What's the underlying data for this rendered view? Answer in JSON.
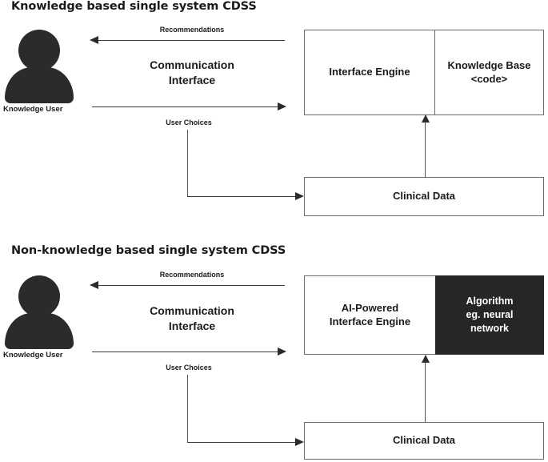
{
  "figure": {
    "background": "#ffffff",
    "line_color": "#3a3a3a",
    "box_border_color": "#6b6b6b",
    "dark_fill": "#262626",
    "icon_fill": "#2b2b2b",
    "text_color": "#1b1b1b"
  },
  "diagrams": [
    {
      "id": "knowledge-based",
      "title": "Knowledge based single system CDSS",
      "actor": {
        "icon": "person-icon",
        "label": "Knowledge User"
      },
      "top_edge_label": "Recommendations",
      "center_label": "Communication\nInterface",
      "bottom_edge_label": "User Choices",
      "engine_box": {
        "label": "Interface Engine",
        "style": "light"
      },
      "knowledge_box": {
        "label": "Knowledge Base\n<code>",
        "style": "light"
      },
      "data_box": {
        "label": "Clinical Data",
        "style": "light"
      }
    },
    {
      "id": "non-knowledge-based",
      "title": "Non-knowledge based single system CDSS",
      "actor": {
        "icon": "person-icon",
        "label": "Knowledge User"
      },
      "top_edge_label": "Recommendations",
      "center_label": "Communication\nInterface",
      "bottom_edge_label": "User Choices",
      "engine_box": {
        "label": "AI-Powered\nInterface Engine",
        "style": "light"
      },
      "knowledge_box": {
        "label": "Algorithm\neg. neural\nnetwork",
        "style": "dark"
      },
      "data_box": {
        "label": "Clinical Data",
        "style": "light"
      }
    }
  ]
}
